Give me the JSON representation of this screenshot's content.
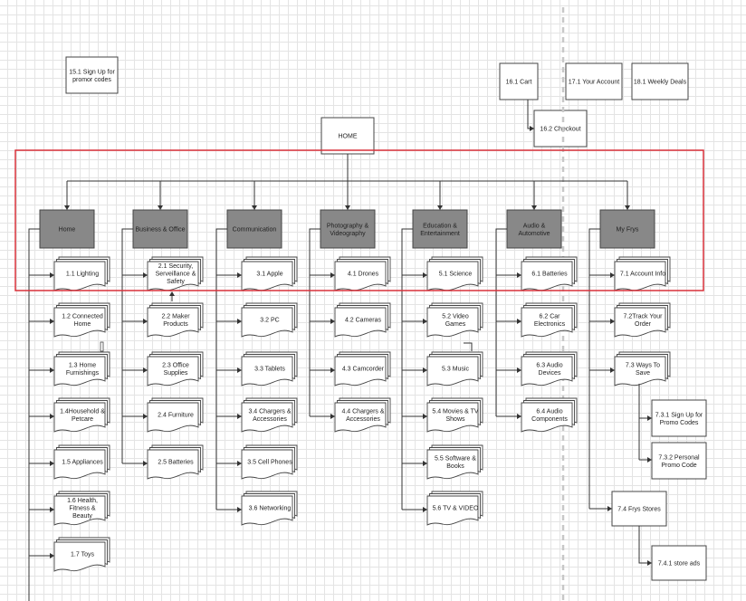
{
  "diagram": {
    "top_boxes": [
      {
        "id": "signup",
        "text": "15.1 Sign Up for\npromor codes"
      },
      {
        "id": "cart",
        "text": "16.1 Cart"
      },
      {
        "id": "account",
        "text": "17.1 Your Account"
      },
      {
        "id": "deals",
        "text": "18.1 Weekly Deals"
      },
      {
        "id": "checkout",
        "text": "16.2 Checkout"
      },
      {
        "id": "home-root",
        "text": "HOME"
      }
    ],
    "categories": [
      {
        "label": "Home",
        "items": [
          "1.1 Lighting",
          "1.2 Connected\nHome",
          "1.3 Home\nFurnishings",
          "1.4Household &\nPetcare",
          "1.5 Appliances",
          "1.6 Health,\nFitness &\nBeauty",
          "1.7 Toys"
        ]
      },
      {
        "label": "Business & Office",
        "items": [
          "2.1 Security,\nServeillance &\nSafety",
          "2.2 Maker\nProducts",
          "2.3 Office\nSupplies",
          "2.4 Furniture",
          "2.5 Batteries"
        ]
      },
      {
        "label": "Communication",
        "items": [
          "3.1 Apple",
          "3.2 PC",
          "3.3 Tablets",
          "3.4 Chargers &\nAccessories",
          "3.5 Cell Phones",
          "3.6 Networking"
        ]
      },
      {
        "label": "Photography &\nVideography",
        "items": [
          "4.1 Drones",
          "4.2 Cameras",
          "4.3 Camcorder",
          "4.4 Chargers &\nAccessories"
        ]
      },
      {
        "label": "Education &\nEntertainment",
        "items": [
          "5.1 Science",
          "5.2 Video\nGames",
          "5.3 Music",
          "5.4 Movies & TV\nShows",
          "5.5 Software &\nBooks",
          "5.6 TV & VIDEO"
        ]
      },
      {
        "label": "Audio &\nAutomotive",
        "items": [
          "6.1 Batteries",
          "6.2 Car\nElectronics",
          "6.3 Audio\nDevices",
          "6.4 Audio\nComponents"
        ]
      },
      {
        "label": "My Frys",
        "items": [
          "7.1 Account Info",
          "7.2Track Your\nOrder",
          "7.3 Ways To\nSave",
          "7.4 Frys Stores"
        ]
      }
    ],
    "sub_items": [
      {
        "id": "731",
        "text": "7.3.1 Sign Up for\nPromo Codes"
      },
      {
        "id": "732",
        "text": "7.3.2 Personal\nPromo Code"
      },
      {
        "id": "741",
        "text": "7.4.1 store ads"
      }
    ],
    "colors": {
      "category_fill": "#888888",
      "highlight": "#d9303a",
      "grid": "#e4e4e4"
    }
  }
}
